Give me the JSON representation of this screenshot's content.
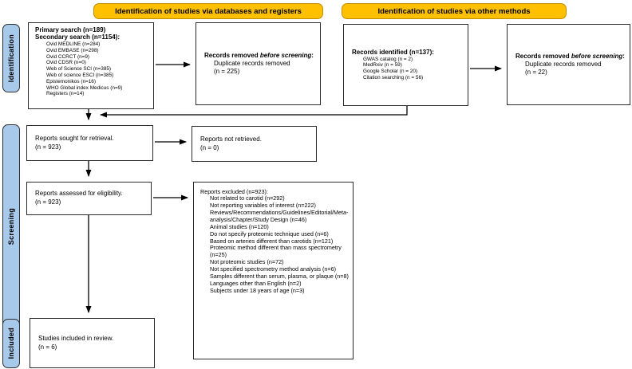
{
  "colors": {
    "banner": "#FFC000",
    "banner_border": "#BD8E00",
    "stage_fill": "#A7C9EA",
    "line": "#000000"
  },
  "banners": {
    "databases": "Identification of studies via databases and registers",
    "other": "Identification of studies via other methods"
  },
  "stages": {
    "identification": "Identification",
    "screening": "Screening",
    "included": "Included"
  },
  "boxes": {
    "primary_search": {
      "line1": "Primary search (n=189)",
      "line2": "Secondary search (n=1154):",
      "items": [
        "Ovid MEDLINE (n=284)",
        "Ovid EMBASE (n=298)",
        "Ovid CCRCT (n=9)",
        "Ovid CDSR (n=0)",
        "Web of Science SCI (n=385)",
        "Web of science ESCI (n=385)",
        "Epistemonikos (n=16)",
        "WHO Global index Medicus (n=9)",
        "Registers (n=14)"
      ]
    },
    "records_removed_databases": {
      "title_normal": "Records removed ",
      "title_italic": "before screening",
      "title_colon": ":",
      "lines": [
        "Duplicate records removed",
        "(n = 225)"
      ]
    },
    "records_identified_other": {
      "title": "Records identified (n=137):",
      "items": [
        "GWAS catalog (n = 2)",
        "MedRxiv (n = 59)",
        "Google Scholar (n = 20)",
        "Citation searching (n = 56)"
      ]
    },
    "records_removed_other": {
      "title_normal": "Records removed ",
      "title_italic": "before screening",
      "title_colon": ":",
      "lines": [
        "Duplicate records removed",
        "(n = 22)"
      ]
    },
    "reports_sought": {
      "lines": [
        "Reports sought for retrieval.",
        "(n = 923)"
      ]
    },
    "reports_not_retrieved": {
      "lines": [
        "Reports not retrieved.",
        "(n = 0)"
      ]
    },
    "reports_assessed": {
      "lines": [
        "Reports assessed for eligibility.",
        "(n = 923)"
      ]
    },
    "reports_excluded": {
      "title": "Reports excluded (n=923):",
      "items": [
        "Not related to carotid (n=292)",
        "Not reporting variables of interest (n=222)",
        "Reviews/Recommendations/Guidelines/Editorial/Meta-analysis/Chapter/Study Design (n=46)",
        "Animal studies (n=120)",
        "Do not specify proteomic technique used (n=6)",
        "Based on arteries different than carotids (n=121)",
        "Proteomic method different than mass spectrometry (n=25)",
        "Not proteomic studies (n=72)",
        "Not specified spectrometry method analysis (n=6)",
        "Samples different than serum, plasma, or plaque (n=8)",
        "Languages other than English (n=2)",
        "Subjects under 18 years of age (n=3)"
      ]
    },
    "studies_included": {
      "lines": [
        "Studies included in review.",
        "(n = 6)"
      ]
    }
  }
}
